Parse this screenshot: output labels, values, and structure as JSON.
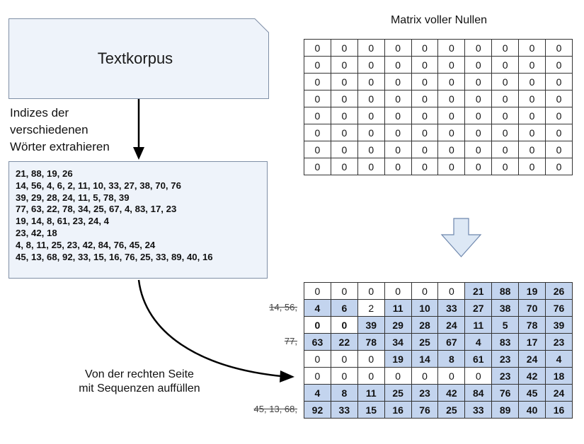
{
  "document": {
    "title": "Textkorpus"
  },
  "index_caption": [
    "Indizes der",
    "verschiedenen",
    "Wörter extrahieren"
  ],
  "sequences": [
    "21, 88, 19, 26",
    "14, 56, 4, 6, 2, 11, 10, 33, 27, 38, 70, 76",
    "39, 29, 28, 24, 11, 5, 78, 39",
    "77, 63, 22, 78, 34, 25, 67, 4, 83, 17, 23",
    "19, 14, 8, 61, 23, 24, 4",
    "23, 42, 18",
    "4, 8, 11, 25, 23, 42, 84, 76, 45, 24",
    "45, 13, 68, 92, 33, 15, 16, 76, 25, 33, 89, 40, 16"
  ],
  "zero_matrix": {
    "title": "Matrix voller Nullen",
    "rows": [
      [
        "0",
        "0",
        "0",
        "0",
        "0",
        "0",
        "0",
        "0",
        "0",
        "0"
      ],
      [
        "0",
        "0",
        "0",
        "0",
        "0",
        "0",
        "0",
        "0",
        "0",
        "0"
      ],
      [
        "0",
        "0",
        "0",
        "0",
        "0",
        "0",
        "0",
        "0",
        "0",
        "0"
      ],
      [
        "0",
        "0",
        "0",
        "0",
        "0",
        "0",
        "0",
        "0",
        "0",
        "0"
      ],
      [
        "0",
        "0",
        "0",
        "0",
        "0",
        "0",
        "0",
        "0",
        "0",
        "0"
      ],
      [
        "0",
        "0",
        "0",
        "0",
        "0",
        "0",
        "0",
        "0",
        "0",
        "0"
      ],
      [
        "0",
        "0",
        "0",
        "0",
        "0",
        "0",
        "0",
        "0",
        "0",
        "0"
      ],
      [
        "0",
        "0",
        "0",
        "0",
        "0",
        "0",
        "0",
        "0",
        "0",
        "0"
      ]
    ]
  },
  "filled_matrix": {
    "rows": [
      {
        "truncated": "",
        "pad_count": 6,
        "cells": [
          "0",
          "0",
          "0",
          "0",
          "0",
          "0",
          "21",
          "88",
          "19",
          "26"
        ]
      },
      {
        "truncated": "14, 56,",
        "pad_count": 0,
        "gap_index": 2,
        "cells": [
          "4",
          "6",
          "2",
          "11",
          "10",
          "33",
          "27",
          "38",
          "70",
          "76"
        ]
      },
      {
        "truncated": "",
        "pad_count": 2,
        "bold": true,
        "cells": [
          "0",
          "0",
          "39",
          "29",
          "28",
          "24",
          "11",
          "5",
          "78",
          "39"
        ]
      },
      {
        "truncated": "77,",
        "pad_count": 0,
        "cells": [
          "63",
          "22",
          "78",
          "34",
          "25",
          "67",
          "4",
          "83",
          "17",
          "23"
        ]
      },
      {
        "truncated": "",
        "pad_count": 3,
        "cells": [
          "0",
          "0",
          "0",
          "19",
          "14",
          "8",
          "61",
          "23",
          "24",
          "4"
        ]
      },
      {
        "truncated": "",
        "pad_count": 7,
        "cells": [
          "0",
          "0",
          "0",
          "0",
          "0",
          "0",
          "0",
          "23",
          "42",
          "18"
        ]
      },
      {
        "truncated": "",
        "pad_count": 0,
        "cells": [
          "4",
          "8",
          "11",
          "25",
          "23",
          "42",
          "84",
          "76",
          "45",
          "24"
        ]
      },
      {
        "truncated": "45, 13, 68,",
        "pad_count": 0,
        "cells": [
          "92",
          "33",
          "15",
          "16",
          "76",
          "25",
          "33",
          "89",
          "40",
          "16"
        ]
      }
    ]
  },
  "fill_caption": [
    "Von der rechten Seite",
    "mit Sequenzen auffüllen"
  ],
  "colors": {
    "document_fill": "#eef3fa",
    "document_stroke": "#7f8fa6",
    "filled_cell": "#c3d4ee",
    "down_arrow_fill": "#dde8f5",
    "down_arrow_stroke": "#6e87ad",
    "arrow": "#000000"
  }
}
